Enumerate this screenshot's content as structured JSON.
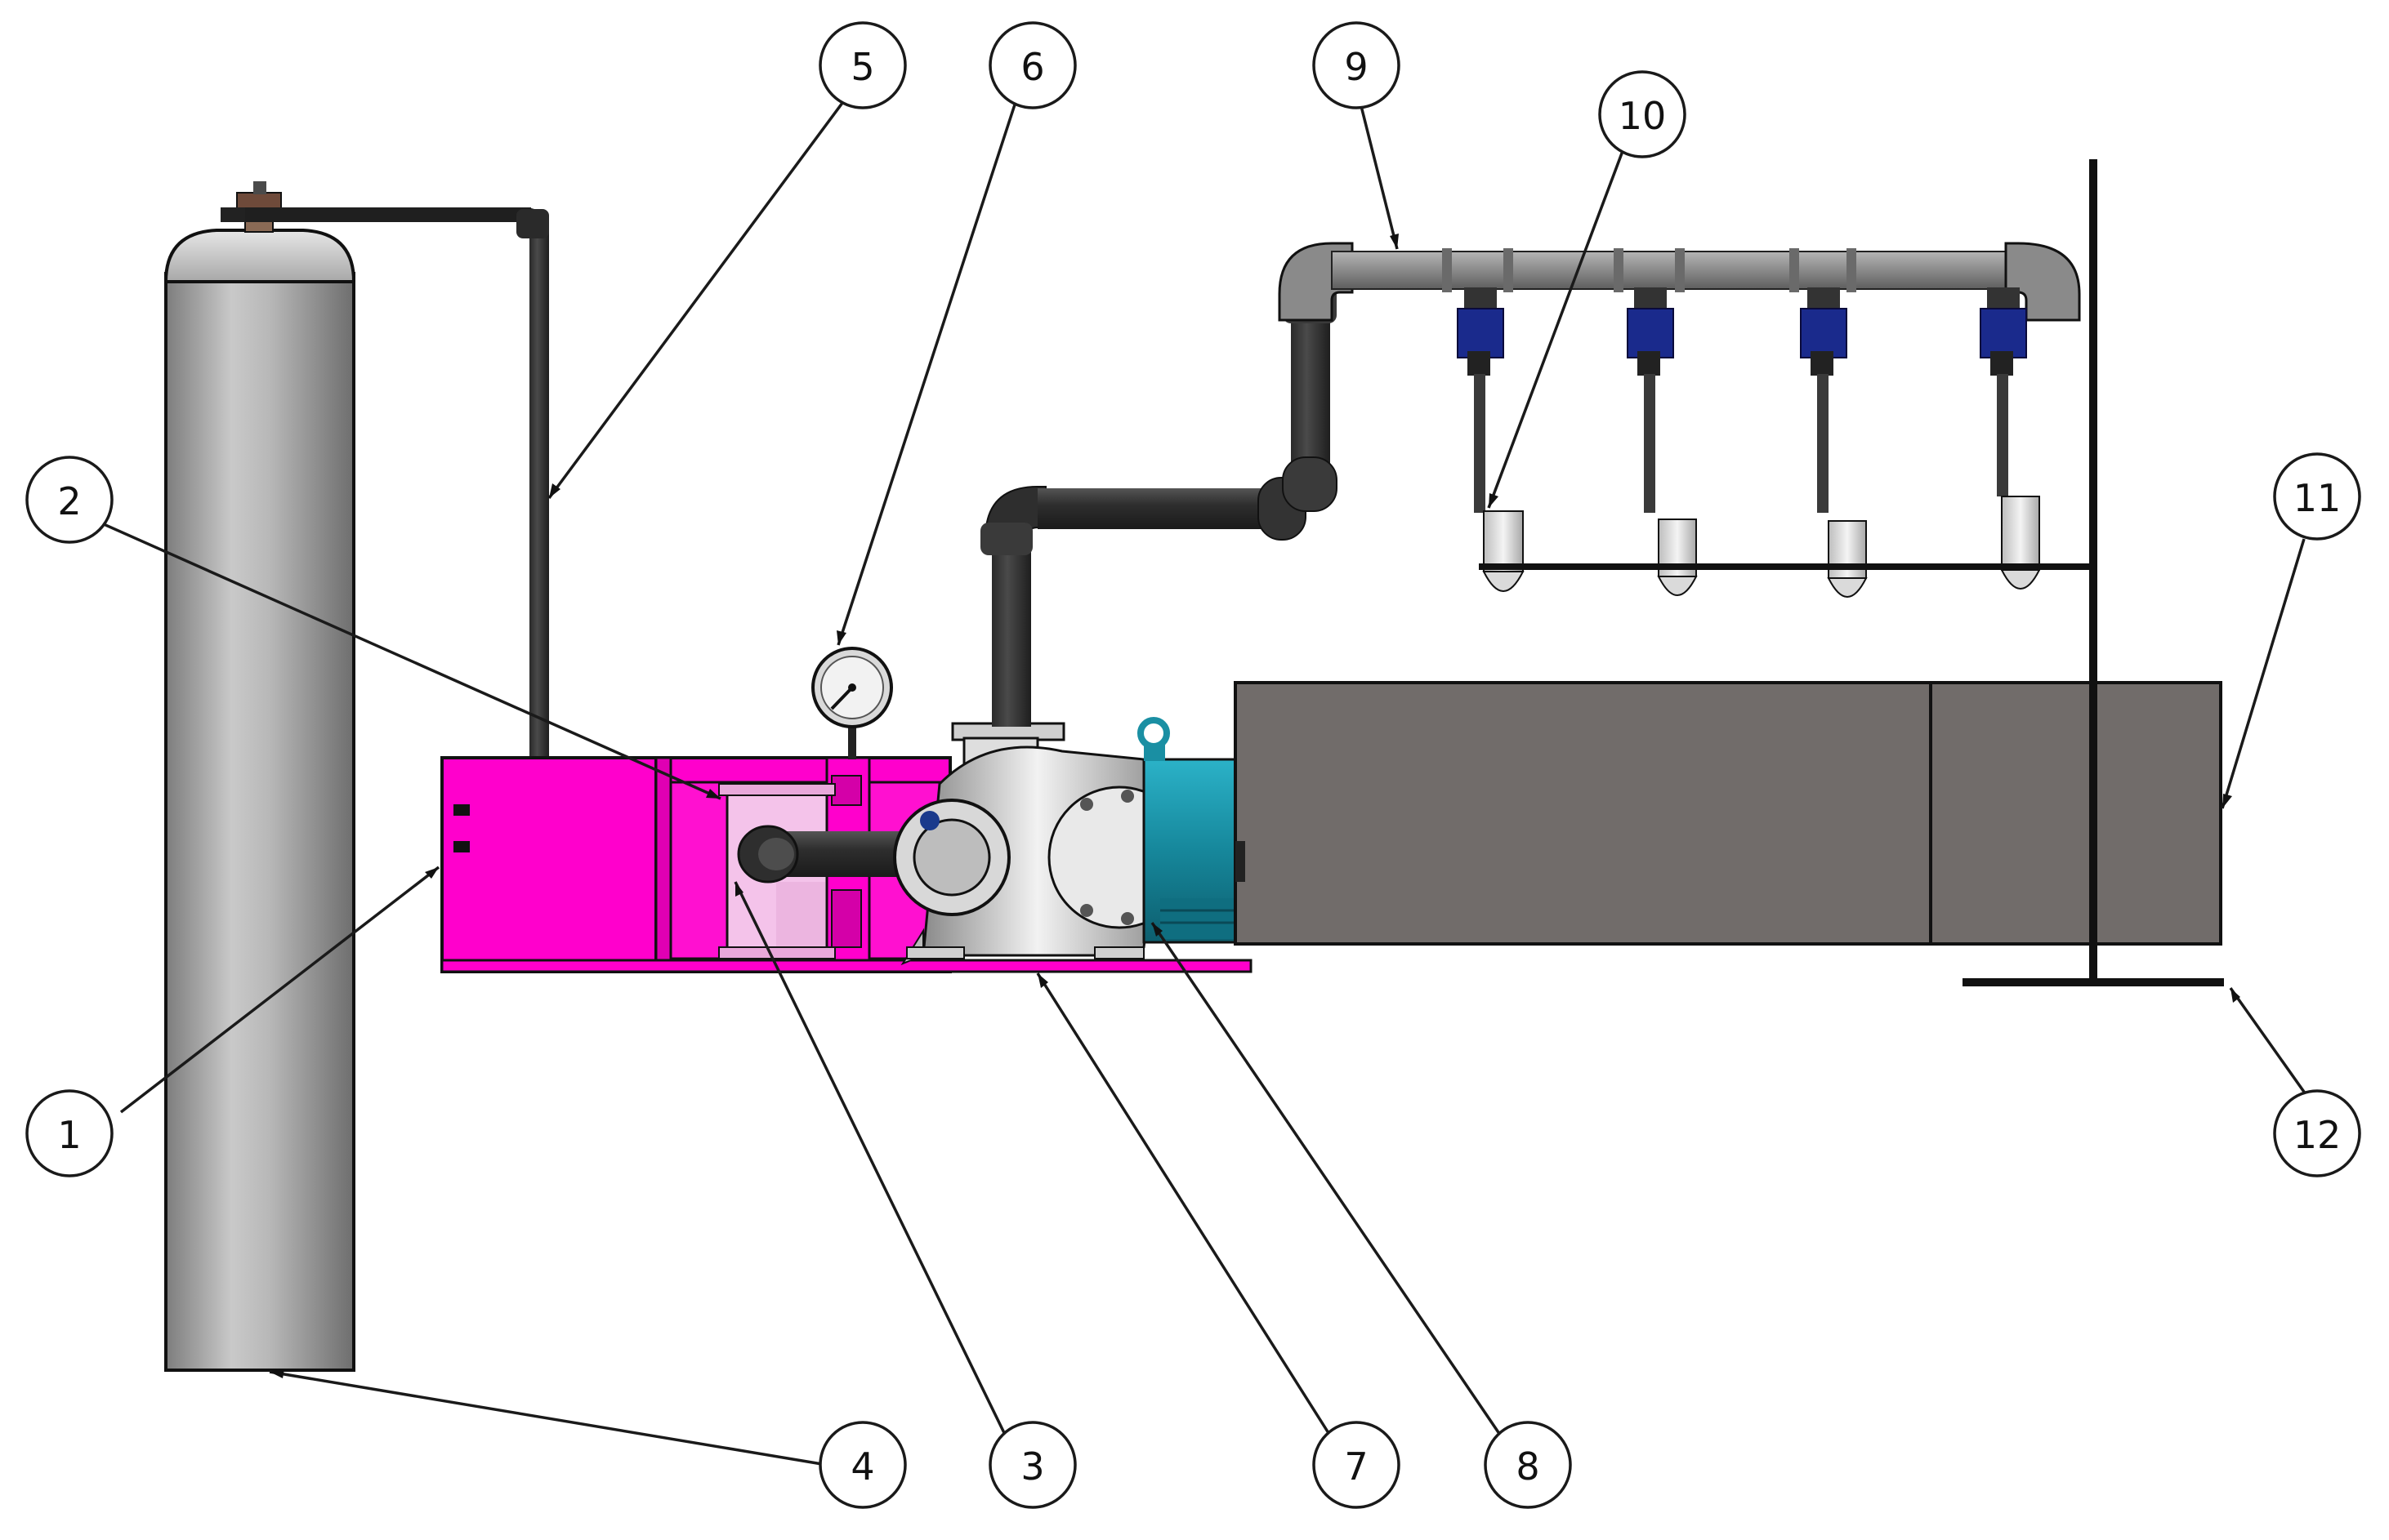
{
  "callouts": [
    {
      "id": "1",
      "label": "1"
    },
    {
      "id": "2",
      "label": "2"
    },
    {
      "id": "3",
      "label": "3"
    },
    {
      "id": "4",
      "label": "4"
    },
    {
      "id": "5",
      "label": "5"
    },
    {
      "id": "6",
      "label": "6"
    },
    {
      "id": "7",
      "label": "7"
    },
    {
      "id": "8",
      "label": "8"
    },
    {
      "id": "9",
      "label": "9"
    },
    {
      "id": "10",
      "label": "10"
    },
    {
      "id": "11",
      "label": "11"
    },
    {
      "id": "12",
      "label": "12"
    }
  ],
  "colors": {
    "tank": "#ff00cc",
    "cylinder": "#a9a9a9",
    "pipe": "#3a3a3a",
    "manifold": "#8c8c8c",
    "box": "#716c6a",
    "motor": "#1a8fa3",
    "injector": "#1a2a8c"
  },
  "icons": [
    "gas-cylinder-icon",
    "pressure-gauge-icon",
    "pump-icon",
    "motor-icon",
    "injector-icon"
  ]
}
